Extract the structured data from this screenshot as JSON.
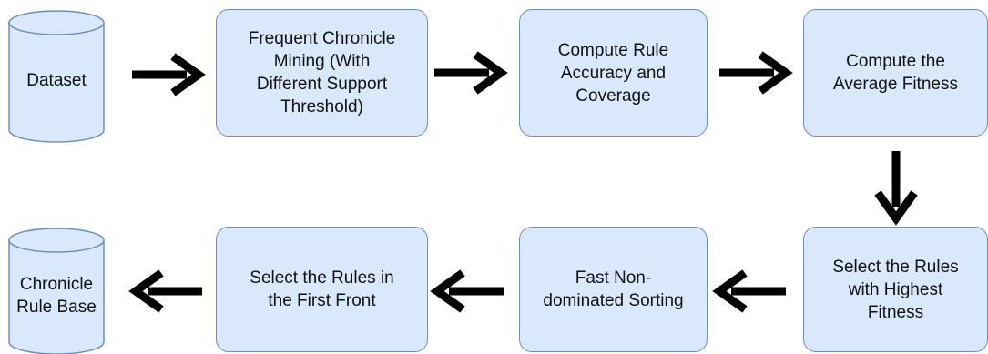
{
  "diagram": {
    "fill_color": "#dae8fc",
    "stroke_color": "#6c8ebf",
    "arrow_color": "#000000",
    "nodes": {
      "dataset": "Dataset",
      "frequent_mining": "Frequent Chronicle\nMining (With\nDifferent Support\nThreshold)",
      "compute_accuracy": "Compute Rule\nAccuracy and\nCoverage",
      "compute_fitness": "Compute the\nAverage Fitness",
      "select_highest": "Select the Rules\nwith Highest\nFitness",
      "fast_sorting": "Fast Non-\ndominated Sorting",
      "select_first_front": "Select the Rules in\nthe First Front",
      "rule_base": "Chronicle\nRule Base"
    }
  }
}
